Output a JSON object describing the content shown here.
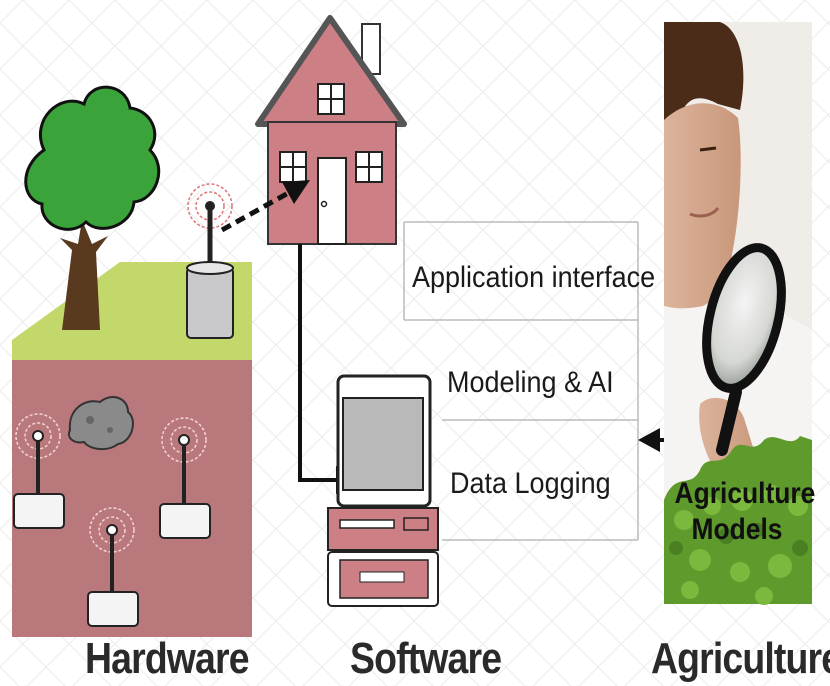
{
  "sections": {
    "hardware": "Hardware",
    "software": "Software",
    "agriculture": "Agriculture"
  },
  "software_stack": {
    "layers": [
      "Application interface",
      "Modeling & AI",
      "Data Logging"
    ]
  },
  "agriculture_models": {
    "line1": "Agriculture",
    "line2": "Models"
  },
  "colors": {
    "ground_soil": "#b9787c",
    "grass": "#c3d86a",
    "house_wall": "#cc7f84",
    "tree_leaves": "#3aa43a",
    "plant_green": "#5e9a2c"
  }
}
